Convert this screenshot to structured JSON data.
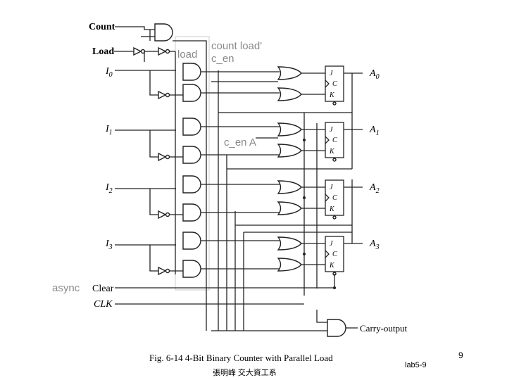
{
  "inputs": {
    "count": "Count",
    "load": "Load",
    "clear": "Clear",
    "clk": "CLK",
    "i0": "I",
    "i1": "I",
    "i2": "I",
    "i3": "I",
    "sub0": "0",
    "sub1": "1",
    "sub2": "2",
    "sub3": "3"
  },
  "outputs": {
    "a": "A",
    "sub0": "0",
    "sub1": "1",
    "sub2": "2",
    "sub3": "3",
    "carry": "Carry-output"
  },
  "ff_pins": {
    "j": "J",
    "c": "C",
    "k": "K"
  },
  "annotations": {
    "load": "load",
    "count_load_line1": "count load'",
    "count_load_line2": "c_en",
    "c_en_a": "c_en A",
    "async": "async"
  },
  "caption": "Fig. 6-14  4-Bit Binary Counter with Parallel Load",
  "footer": {
    "author": "張明峰 交大資工系",
    "slide_ref": "lab5-9",
    "page_number": "9"
  }
}
